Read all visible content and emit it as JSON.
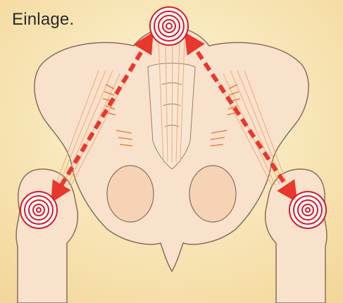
{
  "caption": "Einlage.",
  "colors": {
    "background_light": "#fdf6d8",
    "background_dark": "#f3d79a",
    "bone_fill": "#f8e2cc",
    "bone_outline": "#8a6d5a",
    "muscle": "#f2a87a",
    "muscle_strong": "#e9702e",
    "arrow": "#e8372c",
    "target_ring": "#d9182a"
  },
  "figure": {
    "subject": "pelvis-with-femurs",
    "targets": [
      "top-center",
      "left-hip",
      "right-hip"
    ],
    "arrows": [
      "top-to-left-hip",
      "top-to-right-hip"
    ]
  }
}
